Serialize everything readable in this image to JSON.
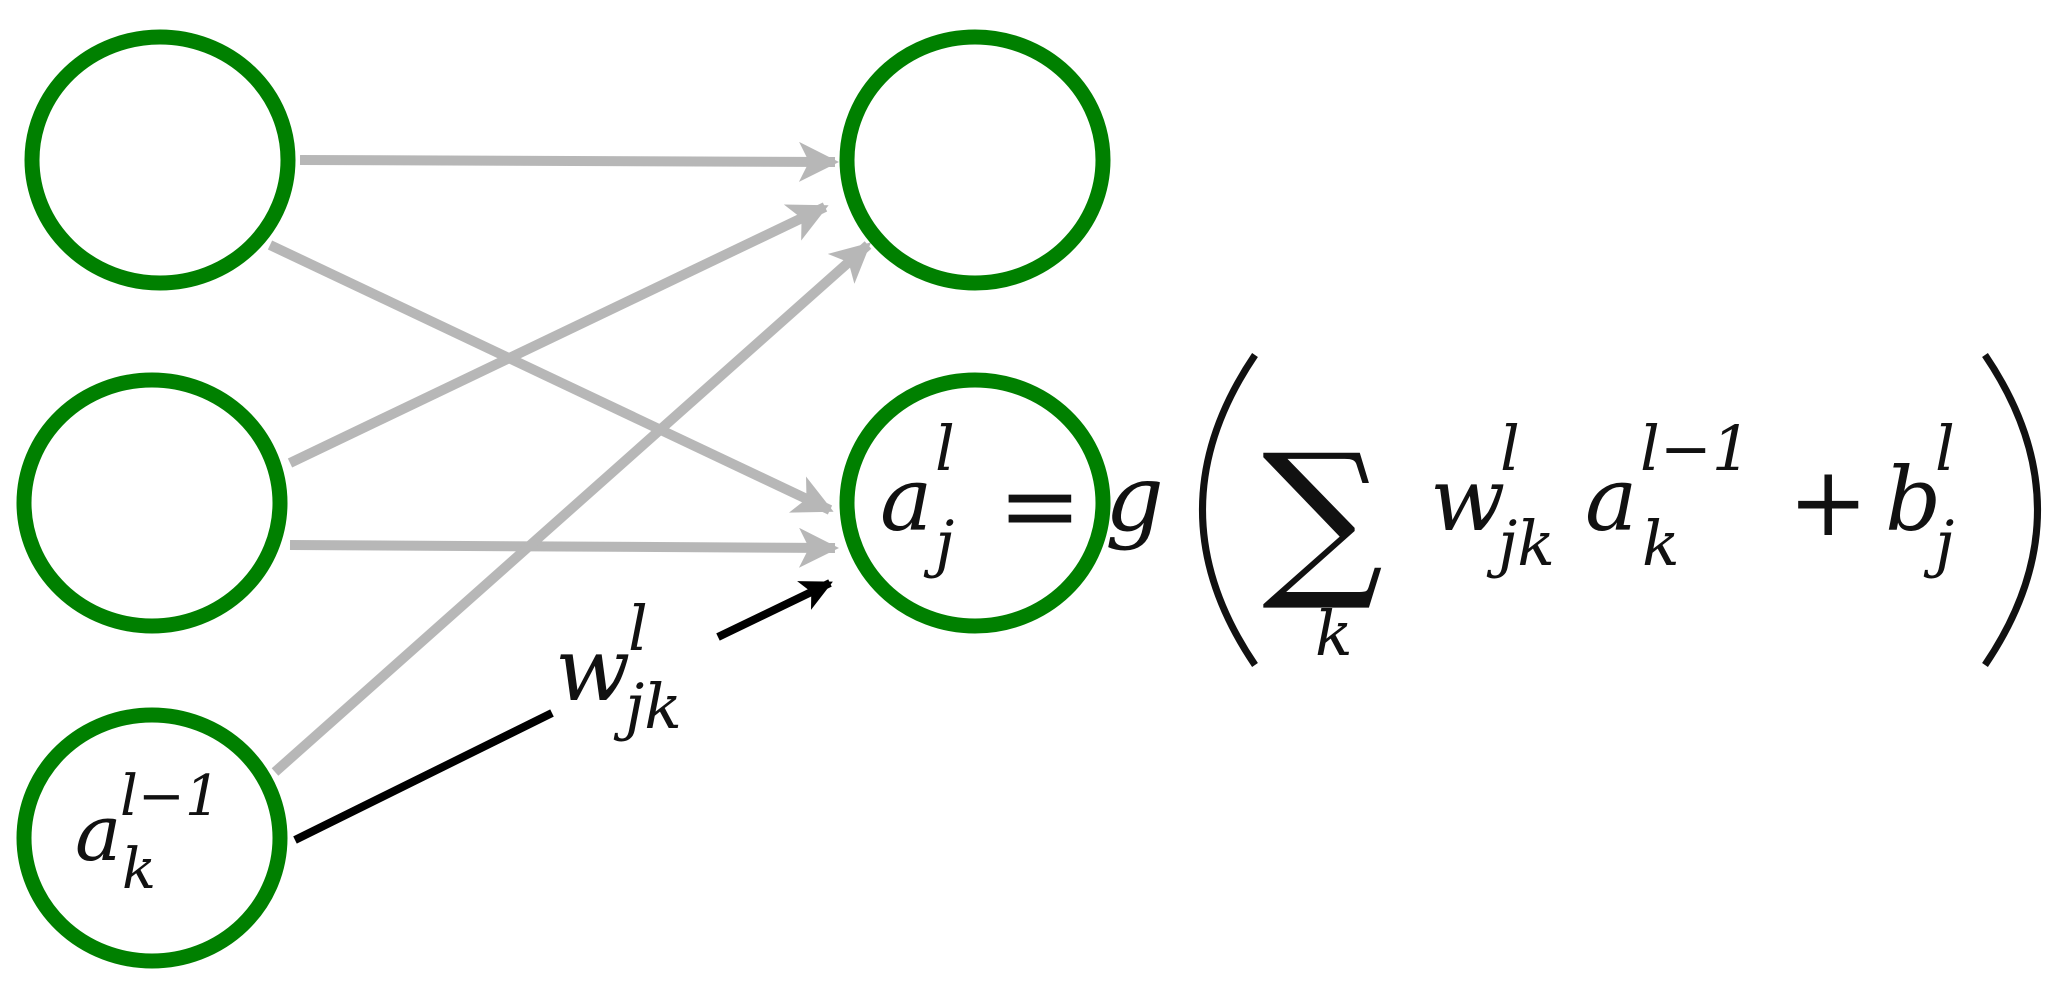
{
  "colors": {
    "neuron_stroke": "#008000",
    "connection_gray": "#b0b0b0",
    "highlight_connection": "#000000",
    "text": "#111111",
    "background": "#ffffff"
  },
  "labels": {
    "input_activation": {
      "base": "a",
      "sup": "l−1",
      "sub": "k"
    },
    "weight": {
      "base": "w",
      "sup": "l",
      "sub": "jk"
    },
    "equation": {
      "lhs": {
        "base": "a",
        "sup": "l",
        "sub": "j"
      },
      "equals": "=",
      "func": "g",
      "sum_symbol": "∑",
      "sum_index": "k",
      "term_w": {
        "base": "w",
        "sup": "l",
        "sub": "jk"
      },
      "term_a": {
        "base": "a",
        "sup": "l−1",
        "sub": "k"
      },
      "plus": "+",
      "bias": {
        "base": "b",
        "sup": "l",
        "sub": "j"
      }
    }
  }
}
